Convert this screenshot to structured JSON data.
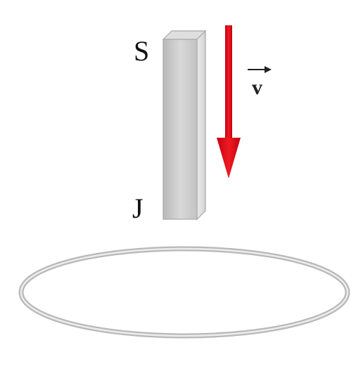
{
  "magnet": {
    "top_pole_label": "S",
    "bottom_pole_label": "J"
  },
  "velocity": {
    "label": "v",
    "has_vector_arrow": true,
    "arrow_color": "#e0111b"
  },
  "colors": {
    "magnet_front": "#c9c9c9",
    "magnet_side": "#e6e6e6",
    "ring": "#bdbdbd"
  },
  "icons": {
    "velocity_arrow": "down-arrow-icon",
    "vector_arrow": "right-arrow-icon"
  }
}
